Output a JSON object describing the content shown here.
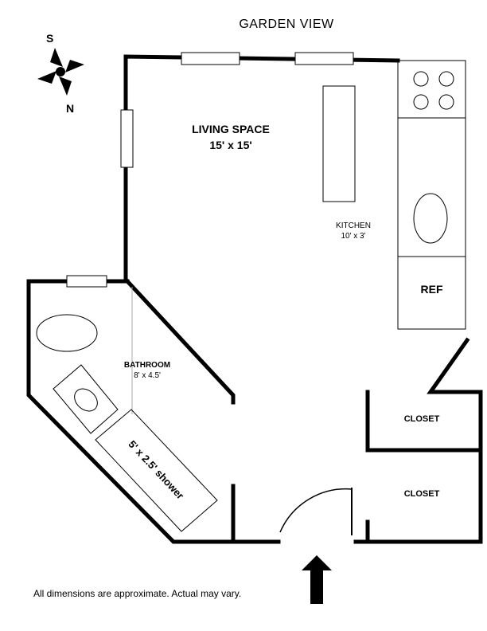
{
  "header": {
    "orientation_note": "GARDEN VIEW"
  },
  "compass": {
    "south": "S",
    "north": "N"
  },
  "rooms": {
    "living": {
      "name": "LIVING SPACE",
      "size": "15' x 15'"
    },
    "kitchen": {
      "name": "KITCHEN",
      "size": "10' x 3'"
    },
    "bathroom": {
      "name": "BATHROOM",
      "size": "8' x 4.5'"
    },
    "shower": {
      "label": "5' x 2.5' shower"
    },
    "closet_upper": {
      "name": "CLOSET"
    },
    "closet_lower": {
      "name": "CLOSET"
    }
  },
  "fixtures": {
    "refrigerator": "REF"
  },
  "footer": {
    "disclaimer": "All dimensions are approximate.  Actual may vary."
  }
}
